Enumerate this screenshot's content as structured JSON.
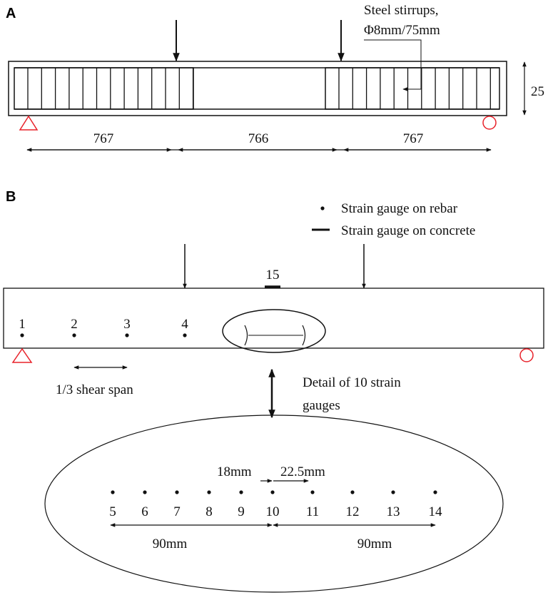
{
  "panel_a": {
    "label": "A",
    "stirrup_label_line1": "Steel stirrups,",
    "stirrup_label_line2": "Φ8mm/75mm",
    "height_dim": "25",
    "dims": [
      "767",
      "766",
      "767"
    ]
  },
  "panel_b": {
    "label": "B",
    "legend_rebar": "Strain gauge on rebar",
    "legend_concrete": "Strain gauge on concrete",
    "concrete_gauge_label": "15",
    "beam_gauges": [
      "1",
      "2",
      "3",
      "4"
    ],
    "shear_span_label": "1/3  shear  span",
    "detail_label_line1": "Detail  of  10  strain",
    "detail_label_line2": "gauges",
    "detail_gauges": [
      "5",
      "6",
      "7",
      "8",
      "9",
      "10",
      "11",
      "12",
      "13",
      "14"
    ],
    "spacing_left": "18mm",
    "spacing_right": "22.5mm",
    "half_length_left": "90mm",
    "half_length_right": "90mm"
  },
  "colors": {
    "support": "#e8222a",
    "line": "#111111"
  }
}
